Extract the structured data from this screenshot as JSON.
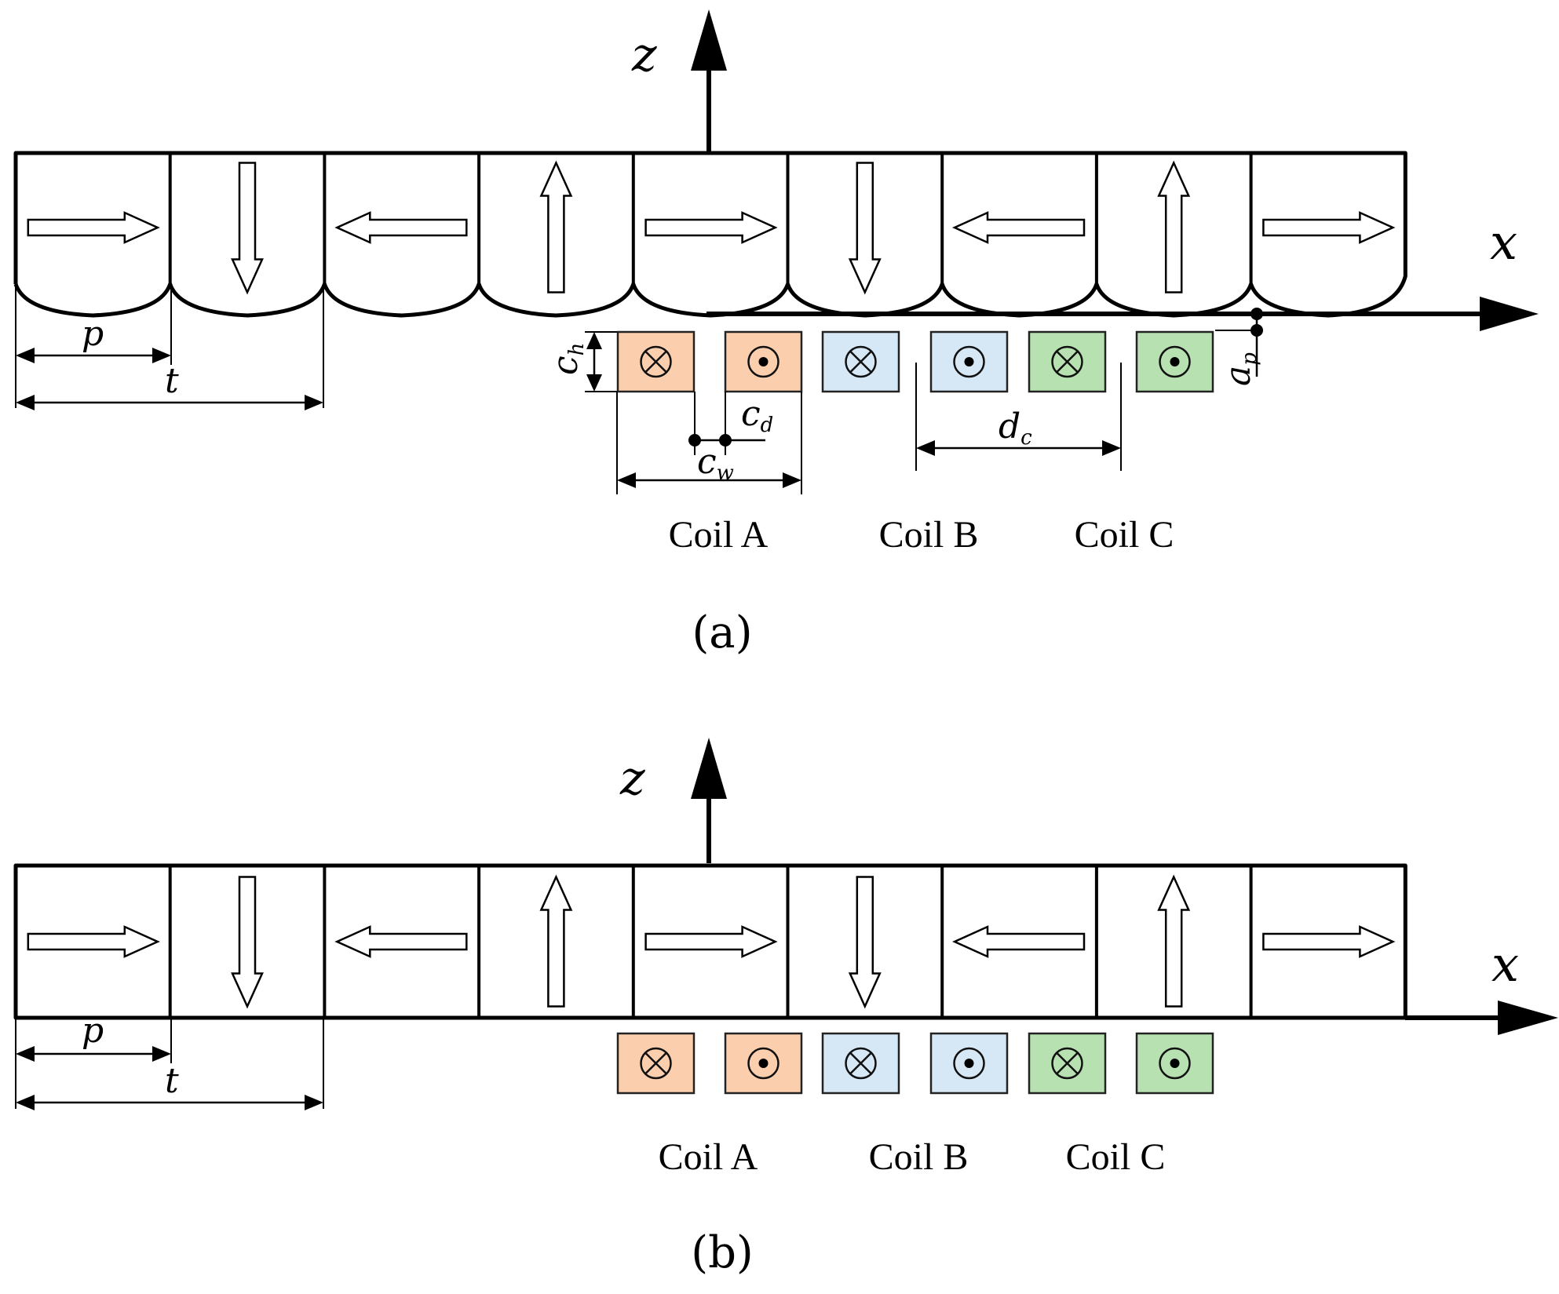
{
  "colors": {
    "coil_a": "#fbcfae",
    "coil_b": "#d6e8f5",
    "coil_c": "#b7e1b1",
    "stroke": "#000000"
  },
  "symbols": {
    "current_in": "circle-cross-icon",
    "current_out": "circle-dot-icon"
  },
  "panel_a": {
    "label": "(a)",
    "axis_z": "z",
    "axis_x": "x",
    "magnetization": [
      "right",
      "down",
      "left",
      "up",
      "right",
      "down",
      "left",
      "up",
      "right"
    ],
    "coils": [
      {
        "group": "A",
        "current": "in"
      },
      {
        "group": "A",
        "current": "out"
      },
      {
        "group": "B",
        "current": "in"
      },
      {
        "group": "B",
        "current": "out"
      },
      {
        "group": "C",
        "current": "in"
      },
      {
        "group": "C",
        "current": "out"
      }
    ],
    "coil_labels": [
      "Coil A",
      "Coil B",
      "Coil C"
    ],
    "dims": {
      "p": "p",
      "t": "t",
      "ch_main": "c",
      "ch_sub": "h",
      "cd_main": "c",
      "cd_sub": "d",
      "cw_main": "c",
      "cw_sub": "w",
      "dc_main": "d",
      "dc_sub": "c",
      "ap_main": "a",
      "ap_sub": "p"
    }
  },
  "panel_b": {
    "label": "(b)",
    "axis_z": "z",
    "axis_x": "x",
    "magnetization": [
      "right",
      "down",
      "left",
      "up",
      "right",
      "down",
      "left",
      "up",
      "right"
    ],
    "coils": [
      {
        "group": "A",
        "current": "in"
      },
      {
        "group": "A",
        "current": "out"
      },
      {
        "group": "B",
        "current": "in"
      },
      {
        "group": "B",
        "current": "out"
      },
      {
        "group": "C",
        "current": "in"
      },
      {
        "group": "C",
        "current": "out"
      }
    ],
    "coil_labels": [
      "Coil A",
      "Coil B",
      "Coil C"
    ],
    "dims": {
      "p": "p",
      "t": "t"
    }
  }
}
